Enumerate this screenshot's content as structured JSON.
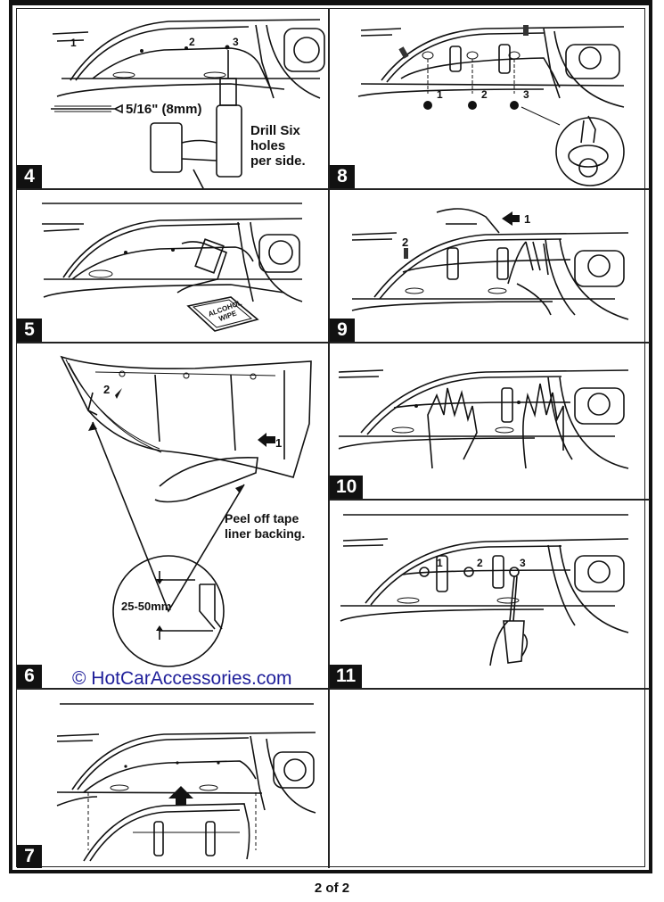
{
  "document": {
    "page_indicator": "2 of 2",
    "watermark": "© HotCarAccessories.com",
    "steps": [
      {
        "number": "4",
        "labels": {
          "bit_size": "5/16\" (8mm)",
          "instruction": [
            "Drill Six",
            "holes",
            "per side."
          ],
          "hole_markers": [
            "1",
            "2",
            "3"
          ]
        }
      },
      {
        "number": "5",
        "labels": {
          "wipe_packet": "ALCOHOL WIPE"
        }
      },
      {
        "number": "6",
        "labels": {
          "instruction": [
            "Peel off tape",
            "liner backing."
          ],
          "arrow_1": "1",
          "arrow_2": "2",
          "measurement": "25-50mm"
        }
      },
      {
        "number": "7",
        "labels": {}
      },
      {
        "number": "8",
        "labels": {
          "clip_markers": [
            "1",
            "2",
            "3"
          ]
        }
      },
      {
        "number": "9",
        "labels": {
          "arrow_1": "1",
          "arrow_2": "2"
        }
      },
      {
        "number": "10",
        "labels": {}
      },
      {
        "number": "11",
        "labels": {
          "bolt_markers": [
            "1",
            "2",
            "3"
          ]
        }
      }
    ]
  }
}
